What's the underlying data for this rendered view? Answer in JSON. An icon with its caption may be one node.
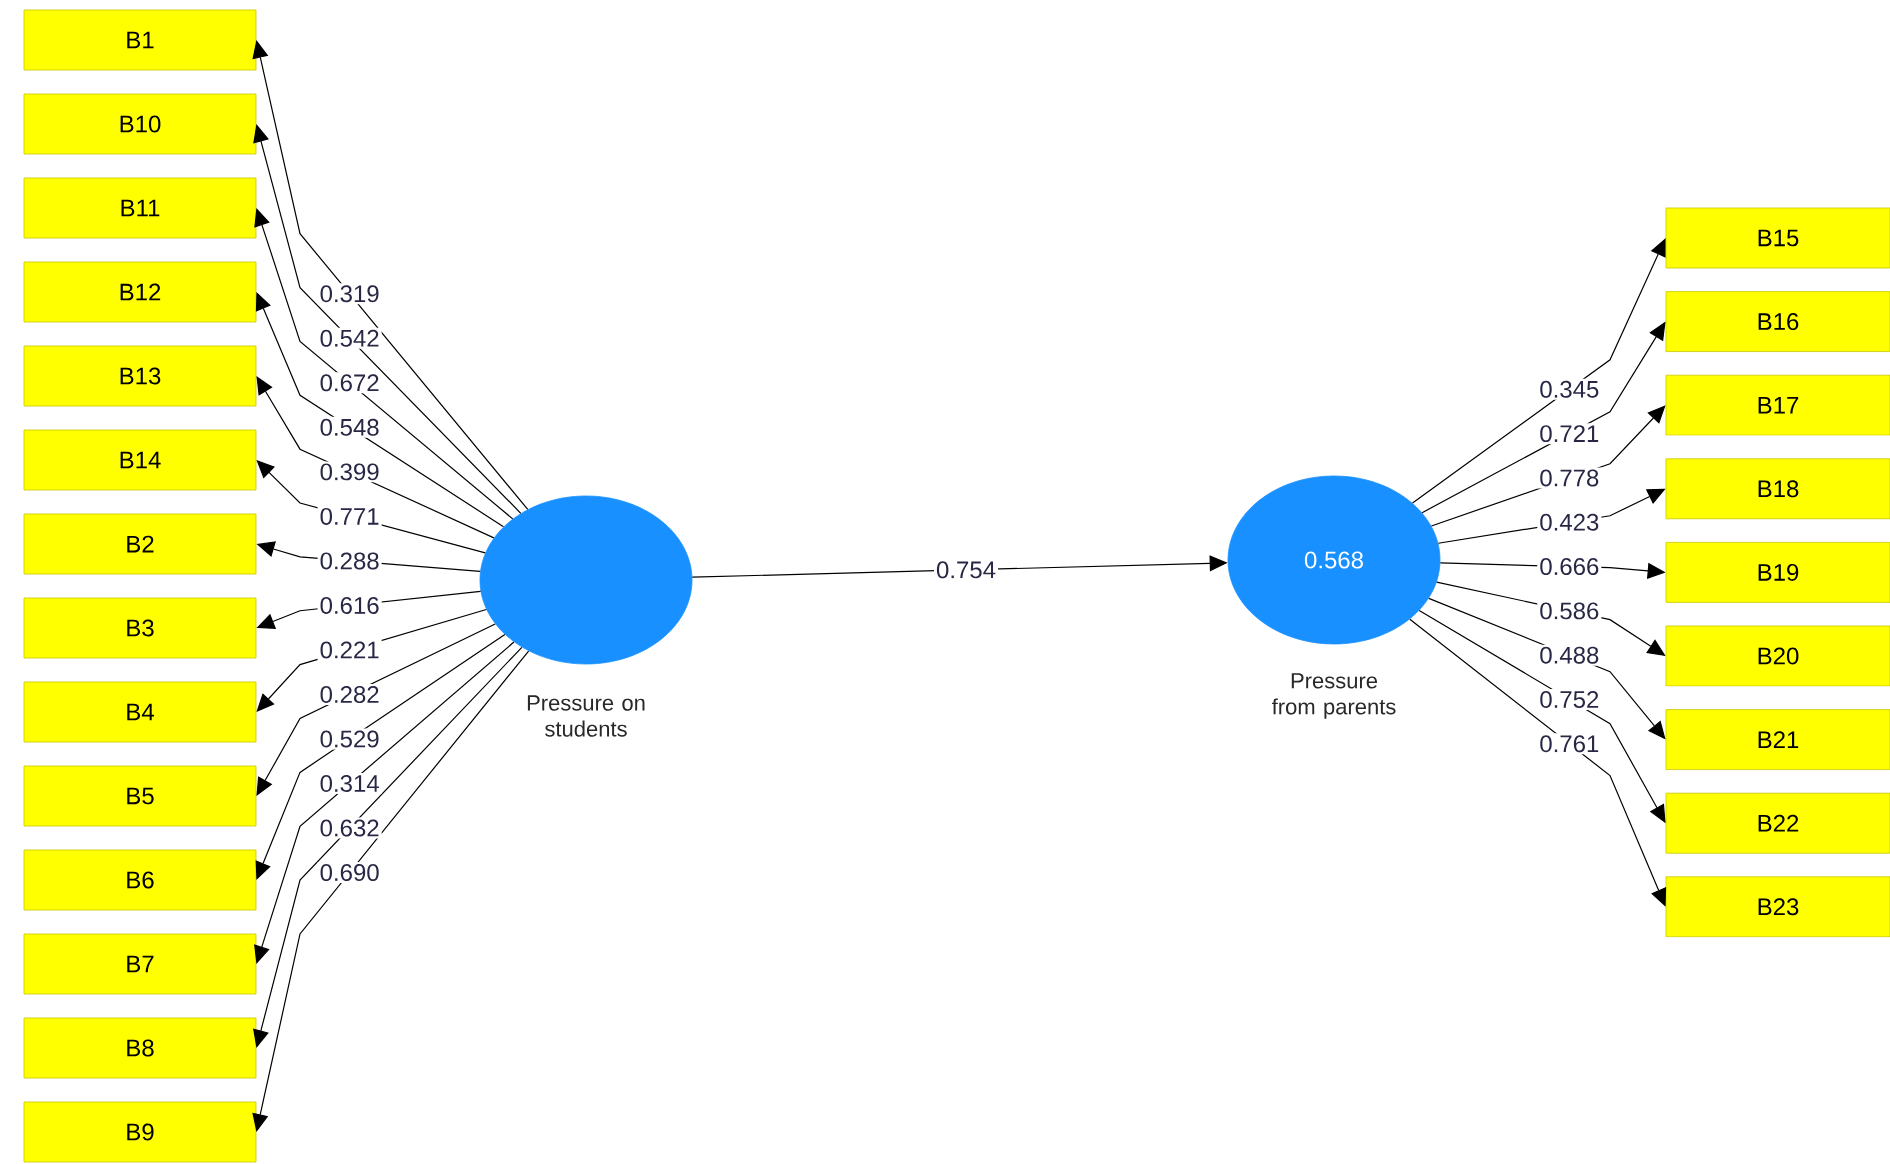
{
  "diagram": {
    "nodes": [
      {
        "text": [
          "B1"
        ]
      },
      {
        "text": [
          "B10"
        ]
      },
      {
        "text": [
          "B11"
        ]
      },
      {
        "text": [
          "B12"
        ]
      },
      {
        "text": [
          "B13"
        ]
      },
      {
        "text": [
          "B14"
        ]
      },
      {
        "text": [
          "B2"
        ]
      },
      {
        "text": [
          "B3"
        ]
      },
      {
        "text": [
          "B4"
        ]
      },
      {
        "text": [
          "B5"
        ]
      },
      {
        "text": [
          "B6"
        ]
      },
      {
        "text": [
          "B7"
        ]
      },
      {
        "text": [
          "B8"
        ]
      },
      {
        "text": [
          "B9"
        ]
      },
      {
        "text": [],
        "shape": "circle",
        "beside": [
          "Pressure on students"
        ]
      },
      {
        "text": [
          "0.568"
        ],
        "beside": [
          "Pressure from parents"
        ]
      },
      {
        "text": [
          "B15"
        ]
      },
      {
        "text": [
          "B16"
        ]
      },
      {
        "text": [
          "B17"
        ]
      },
      {
        "text": [
          "B18"
        ]
      },
      {
        "text": [
          "B19"
        ]
      },
      {
        "text": [
          "B20"
        ]
      },
      {
        "text": [
          "B21"
        ]
      },
      {
        "text": [
          "B22"
        ]
      },
      {
        "text": [
          "B23"
        ]
      }
    ],
    "edges": [
      {
        "from": 14,
        "to": 0,
        "arrow": "to",
        "label": "0.319"
      },
      {
        "from": 14,
        "to": 1,
        "arrow": "to",
        "label": "0.542"
      },
      {
        "from": 14,
        "to": 2,
        "arrow": "to",
        "label": "0.672"
      },
      {
        "from": 14,
        "to": 3,
        "arrow": "to",
        "label": "0.548"
      },
      {
        "from": 14,
        "to": 4,
        "arrow": "to",
        "label": "0.399"
      },
      {
        "from": 14,
        "to": 5,
        "arrow": "to",
        "label": "0.771"
      },
      {
        "from": 14,
        "to": 6,
        "arrow": "to",
        "label": "0.288"
      },
      {
        "from": 14,
        "to": 7,
        "arrow": "to",
        "label": "0.616"
      },
      {
        "from": 14,
        "to": 8,
        "arrow": "to",
        "label": "0.221"
      },
      {
        "from": 14,
        "to": 9,
        "arrow": "to",
        "label": "0.282"
      },
      {
        "from": 14,
        "to": 10,
        "arrow": "to",
        "label": "0.529"
      },
      {
        "from": 14,
        "to": 11,
        "arrow": "to",
        "label": "0.314"
      },
      {
        "from": 14,
        "to": 12,
        "arrow": "to",
        "label": "0.632"
      },
      {
        "from": 14,
        "to": 13,
        "arrow": "to",
        "label": "0.690"
      },
      {
        "from": 14,
        "to": 15,
        "arrow": "to",
        "label": "0.754"
      },
      {
        "from": 15,
        "to": 16,
        "arrow": "to",
        "label": "0.345"
      },
      {
        "from": 15,
        "to": 17,
        "arrow": "to",
        "label": "0.721"
      },
      {
        "from": 15,
        "to": 18,
        "arrow": "to",
        "label": "0.778"
      },
      {
        "from": 15,
        "to": 19,
        "arrow": "to",
        "label": "0.423"
      },
      {
        "from": 15,
        "to": 20,
        "arrow": "to",
        "label": "0.666"
      },
      {
        "from": 15,
        "to": 21,
        "arrow": "to",
        "label": "0.586"
      },
      {
        "from": 15,
        "to": 22,
        "arrow": "to",
        "label": "0.488"
      },
      {
        "from": 15,
        "to": 23,
        "arrow": "to",
        "label": "0.752"
      },
      {
        "from": 15,
        "to": 24,
        "arrow": "to",
        "label": "0.761"
      }
    ]
  }
}
